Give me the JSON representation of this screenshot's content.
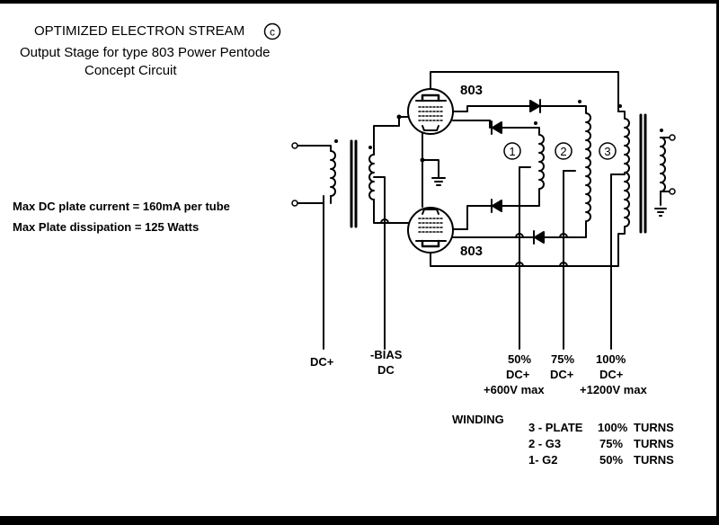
{
  "header": {
    "title": "OPTIMIZED ELECTRON STREAM",
    "copyright_symbol": "c",
    "subtitle1": "Output Stage for type 803 Power  Pentode",
    "subtitle2": "Concept Circuit"
  },
  "specs": {
    "line1": "Max DC plate current = 160mA per tube",
    "line2": "Max Plate dissipation = 125 Watts"
  },
  "tubes": {
    "top": "803",
    "bottom": "803"
  },
  "winding_markers": [
    "1",
    "2",
    "3"
  ],
  "supply_labels": {
    "dc_plus": "DC+",
    "bias_line1": "-BIAS",
    "bias_line2": "DC",
    "w1": {
      "pct": "50%",
      "dc": "DC+",
      "max": "+600V max"
    },
    "w2": {
      "pct": "75%",
      "dc": "DC+"
    },
    "w3": {
      "pct": "100%",
      "dc": "DC+",
      "max": "+1200V max"
    }
  },
  "winding_table": {
    "heading": "WINDING",
    "rows": [
      {
        "name": "3 - PLATE",
        "pct": "100%",
        "unit": "TURNS"
      },
      {
        "name": "2 - G3",
        "pct": "75%",
        "unit": "TURNS"
      },
      {
        "name": "1-  G2",
        "pct": "50%",
        "unit": "TURNS"
      }
    ]
  }
}
